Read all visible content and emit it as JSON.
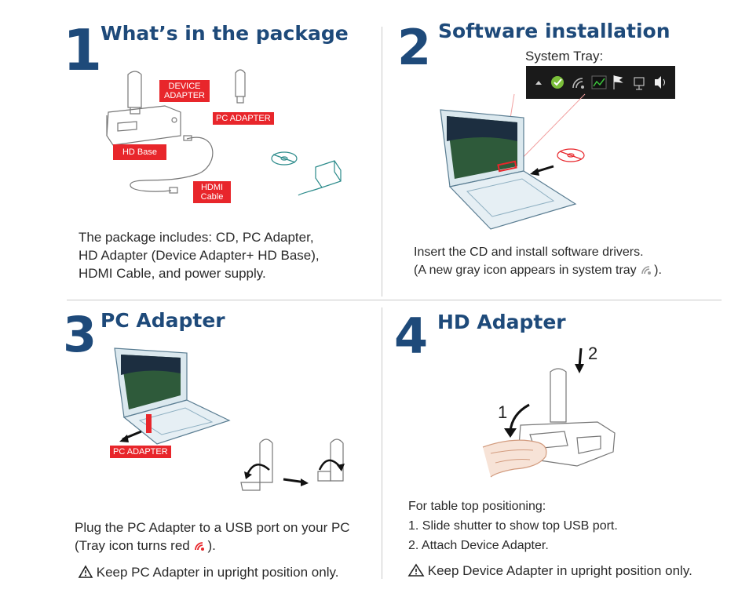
{
  "section1": {
    "number": "1",
    "title": "What’s in the package",
    "tags": {
      "device_adapter": "DEVICE ADAPTER",
      "pc_adapter": "PC ADAPTER",
      "hd_base": "HD Base",
      "hdmi_cable": "HDMI Cable"
    },
    "description": [
      "The package includes: CD, PC Adapter,",
      "HD Adapter (Device Adapter+ HD Base),",
      "HDMI Cable, and power supply."
    ]
  },
  "section2": {
    "number": "2",
    "title": "Software installation",
    "tray_label": "System Tray:",
    "description": [
      "Insert the CD and install software drivers.",
      "(A new gray icon appears in system tray",
      ")."
    ]
  },
  "section3": {
    "number": "3",
    "title": "PC Adapter",
    "tags": {
      "pc_adapter": "PC ADAPTER"
    },
    "description": [
      "Plug the PC Adapter to a USB port on your PC",
      "(Tray icon turns red",
      ")."
    ],
    "warning": "Keep PC Adapter in upright position only."
  },
  "section4": {
    "number": "4",
    "title": "HD Adapter",
    "step_labels": {
      "one": "1",
      "two": "2"
    },
    "description": [
      "For table top positioning:",
      "1. Slide shutter to show top USB port.",
      "2. Attach Device Adapter."
    ],
    "warning": "Keep Device Adapter in upright position only."
  },
  "colors": {
    "navy": "#1e4a7a",
    "red": "#e8262b",
    "tray_bg": "#1a1a1a",
    "line": "#c9c9c9"
  },
  "icons": [
    "warning-triangle-icon",
    "wireless-gray-icon",
    "wireless-red-icon",
    "cd-icon",
    "power-supply-icon"
  ]
}
